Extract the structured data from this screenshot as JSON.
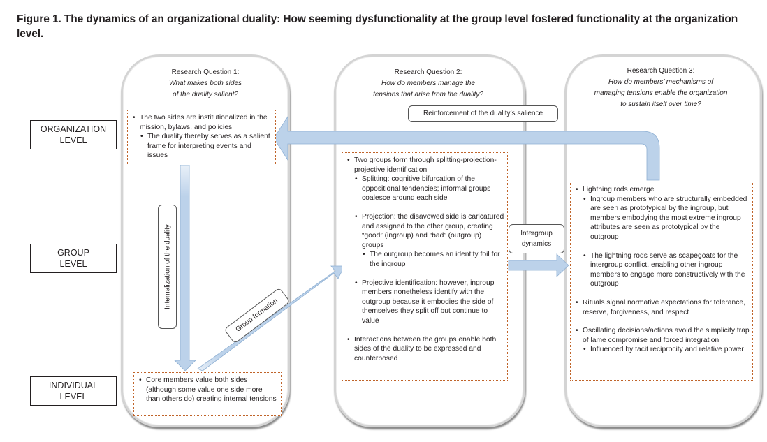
{
  "figure": {
    "title": "Figure 1.  The dynamics of an organizational duality: How seeming dysfunctionality at the group level fostered functionality at the organization level."
  },
  "levels": [
    {
      "line1": "ORGANIZATION",
      "line2": "LEVEL"
    },
    {
      "line1": "GROUP",
      "line2": "LEVEL"
    },
    {
      "line1": "INDIVIDUAL",
      "line2": "LEVEL"
    }
  ],
  "columns": [
    {
      "title": "Research Question 1:",
      "question_lines": [
        "What makes both sides",
        "of the duality salient?"
      ]
    },
    {
      "title": "Research Question 2:",
      "question_lines": [
        "How do members manage the",
        "tensions that arise from the duality?"
      ]
    },
    {
      "title": "Research Question 3:",
      "question_lines": [
        "How do members’ mechanisms of",
        "managing tensions enable the organization",
        "to sustain itself over time?"
      ]
    }
  ],
  "boxes": {
    "organization": [
      {
        "level": 1,
        "text": "The two sides are institutionalized in the mission, bylaws, and policies"
      },
      {
        "level": 2,
        "text": "The duality thereby serves as a salient frame for interpreting events and issues"
      }
    ],
    "individual": [
      {
        "level": 1,
        "text": "Core members value both sides (although some value one side more than others do) creating internal tensions"
      }
    ],
    "group_formation": [
      {
        "level": 1,
        "text": "Two groups form through splitting-projection-projective identification"
      },
      {
        "level": 2,
        "text": "Splitting: cognitive bifurcation of the oppositional tendencies; informal groups coalesce around each side"
      },
      {
        "level": 2,
        "gap": true,
        "text": "Projection: the disavowed side is caricatured and assigned to the other group, creating “good” (ingroup) and “bad” (outgroup) groups"
      },
      {
        "level": 3,
        "text": "The outgroup becomes an identity foil for the ingroup"
      },
      {
        "level": 2,
        "gap": true,
        "text": "Projective identification: however, ingroup members nonetheless identify with the outgroup because it embodies the side of themselves they split off but continue to value"
      },
      {
        "level": 1,
        "gap": true,
        "text": "Interactions between the groups enable both sides of the duality to be expressed and counterposed"
      }
    ],
    "mechanisms": [
      {
        "level": 1,
        "text": "Lightning rods emerge"
      },
      {
        "level": 2,
        "text": "Ingroup members who are structurally embedded are seen as prototypical by the ingroup, but members embodying the most extreme ingroup attributes are seen as prototypical by the outgroup"
      },
      {
        "level": 2,
        "gap": true,
        "text": "The lightning rods serve as scapegoats for the intergroup conflict, enabling other ingroup members to engage more constructively with the outgroup"
      },
      {
        "level": 1,
        "gap": true,
        "text": "Rituals signal normative expectations for tolerance, reserve, forgiveness, and respect"
      },
      {
        "level": 1,
        "gap": true,
        "text": "Oscillating decisions/actions avoid the simplicity trap of lame compromise and forced integration"
      },
      {
        "level": 2,
        "text": "Influenced by tacit reciprocity and relative power"
      }
    ]
  },
  "arrows": {
    "reinforcement": "Reinforcement of the duality’s salience",
    "internalization": "Internalization of the duality",
    "group_formation": "Group formation",
    "intergroup_line1": "Intergroup",
    "intergroup_line2": "dynamics"
  },
  "colors": {
    "arrow_fill": "#bcd2ea",
    "arrow_stroke": "#8fb0d3",
    "box_border": "#c0642a"
  }
}
